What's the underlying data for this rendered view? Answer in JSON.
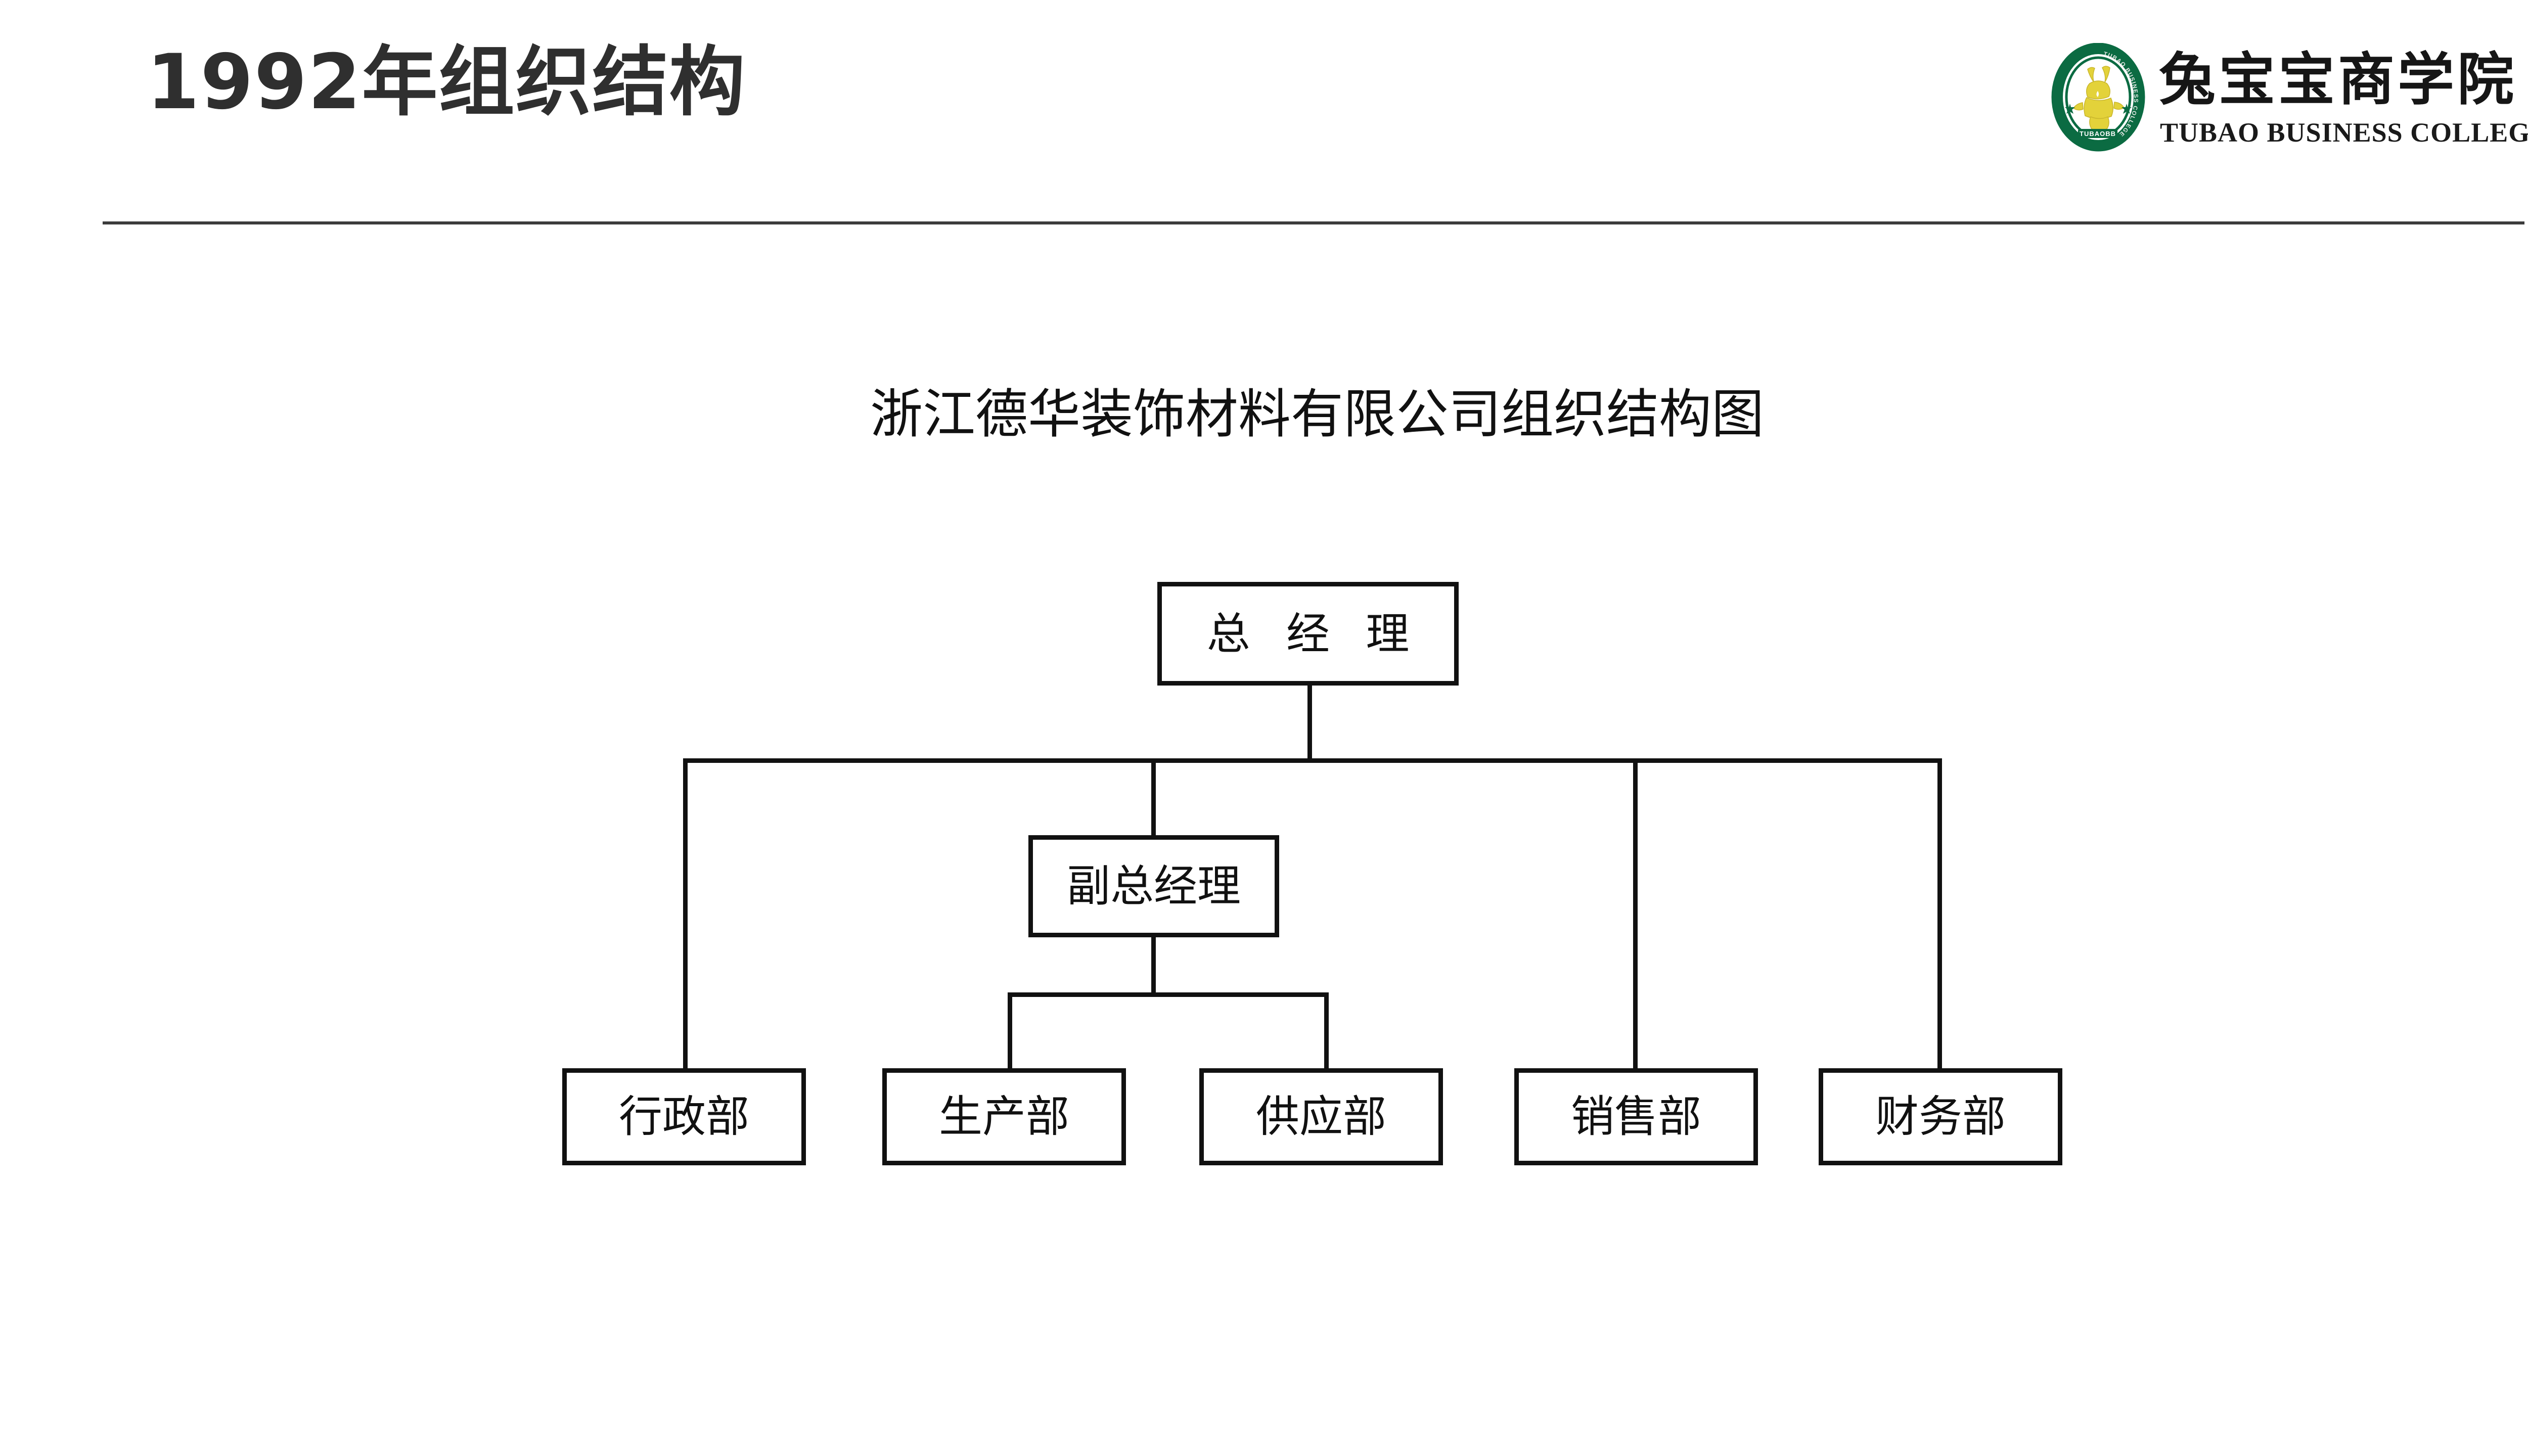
{
  "header": {
    "title": "1992年组织结构",
    "rule_color": "#3c3c3c",
    "title_color": "#2f2f2f"
  },
  "logo": {
    "emblem_name": "tubao-rabbit-emblem",
    "emblem_ring_color": "#0b6b42",
    "emblem_rabbit_color": "#e3d23a",
    "emblem_ring_text": "TUBAO BUSINESS COLLEGE",
    "emblem_bottom_text": "TUBAOBB",
    "name_cn": "兔宝宝商学院",
    "name_en": "TUBAO BUSINESS COLLEGE"
  },
  "chart_data": {
    "type": "org-chart",
    "title": "浙江德华装饰材料有限公司组织结构图",
    "line_color": "#111111",
    "box_fill": "#ffffff",
    "nodes": [
      {
        "id": "gm",
        "label": "总 经 理",
        "level": 0
      },
      {
        "id": "dgm",
        "label": "副总经理",
        "level": 1,
        "parent": "gm"
      },
      {
        "id": "admin",
        "label": "行政部",
        "level": 2,
        "parent": "gm"
      },
      {
        "id": "prod",
        "label": "生产部",
        "level": 2,
        "parent": "dgm"
      },
      {
        "id": "supply",
        "label": "供应部",
        "level": 2,
        "parent": "dgm"
      },
      {
        "id": "sales",
        "label": "销售部",
        "level": 2,
        "parent": "gm"
      },
      {
        "id": "finance",
        "label": "财务部",
        "level": 2,
        "parent": "gm"
      }
    ],
    "edges": [
      {
        "from": "gm",
        "to": "dgm"
      },
      {
        "from": "gm",
        "to": "admin"
      },
      {
        "from": "gm",
        "to": "sales"
      },
      {
        "from": "gm",
        "to": "finance"
      },
      {
        "from": "dgm",
        "to": "prod"
      },
      {
        "from": "dgm",
        "to": "supply"
      }
    ]
  }
}
